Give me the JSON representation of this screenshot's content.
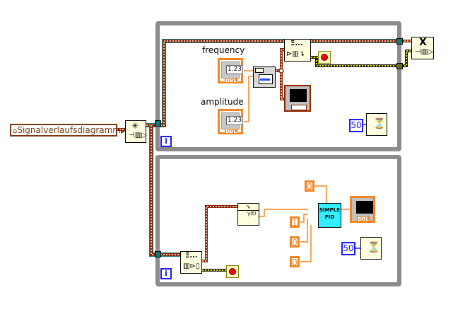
{
  "diagram": {
    "queue_ref": {
      "label": "Signalverlaufsdiagramm",
      "icon": "home-icon",
      "arrow": "right-triangle-icon"
    },
    "nodes": {
      "obtain_queue": {
        "glyph": "✳",
        "icon": "obtain-queue-icon"
      },
      "enqueue": {
        "glyph": "Ξ...",
        "icon": "enqueue-element-icon"
      },
      "release_queue": {
        "glyph": "X",
        "icon": "release-queue-icon"
      },
      "dequeue": {
        "glyph": "Ξ...",
        "icon": "dequeue-element-icon"
      },
      "simulate_signal": {
        "icon": "simulate-signal-icon"
      },
      "extract_waveform": {
        "glyph": "y(t)",
        "icon": "get-waveform-components-icon"
      },
      "pid": {
        "line1": "SIMPLE",
        "line2": "PID"
      }
    },
    "producer_loop": {
      "controls": [
        {
          "label": "frequency",
          "value": "1.23",
          "type": "DBL"
        },
        {
          "label": "amplitude",
          "value": "1.23",
          "type": "DBL"
        }
      ],
      "wait_ms": "50",
      "iteration": "i"
    },
    "consumer_loop": {
      "constants": [
        "0",
        "1",
        "0",
        "0"
      ],
      "graph_type": "DBL",
      "wait_ms": "50",
      "iteration": "i"
    },
    "colors": {
      "loop_border": "#8c8c8c",
      "refnum_wire": "#8b2500",
      "dbl_wire": "#f5861f",
      "error_wire": "#c8c800",
      "i32": "#1a1aff",
      "pid_fill": "#33eeff",
      "node_fill": "#ffffe0",
      "tunnel_teal": "#0f7a7a",
      "tunnel_olive": "#6b6b00"
    }
  }
}
